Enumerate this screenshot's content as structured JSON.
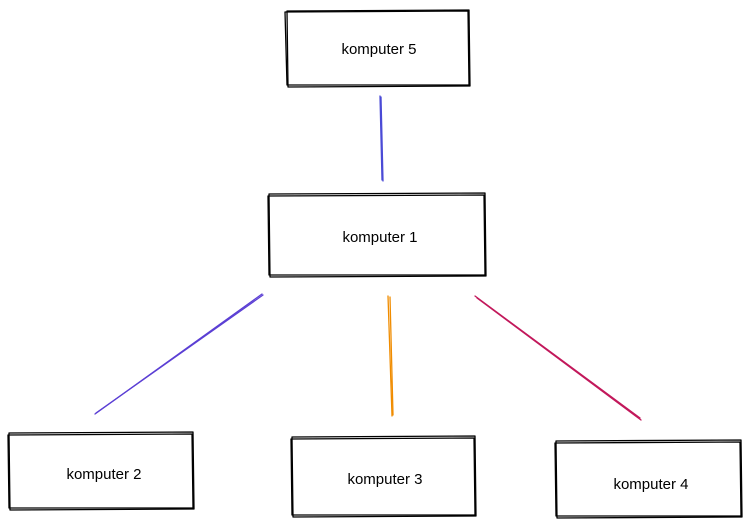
{
  "nodes": {
    "k5": {
      "label": "komputer 5"
    },
    "k1": {
      "label": "komputer 1"
    },
    "k2": {
      "label": "komputer 2"
    },
    "k3": {
      "label": "komputer 3"
    },
    "k4": {
      "label": "komputer 4"
    }
  },
  "edges": [
    {
      "from": "komputer 1",
      "to": "komputer 5",
      "color": "#4a4ad6"
    },
    {
      "from": "komputer 1",
      "to": "komputer 2",
      "color": "#5b3fd4"
    },
    {
      "from": "komputer 1",
      "to": "komputer 3",
      "color": "#f08c00"
    },
    {
      "from": "komputer 1",
      "to": "komputer 4",
      "color": "#c2185b"
    }
  ]
}
